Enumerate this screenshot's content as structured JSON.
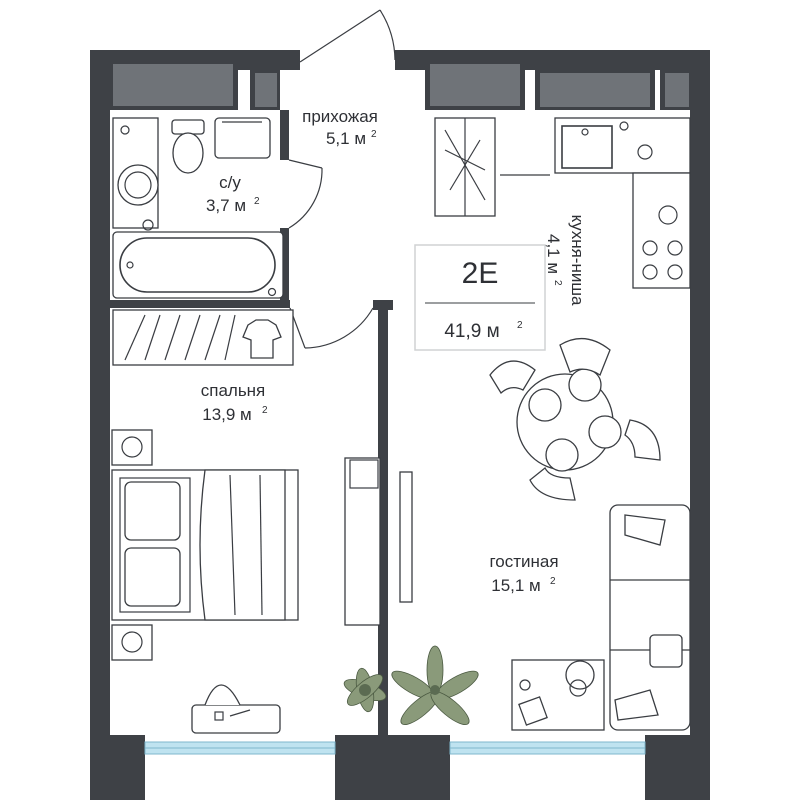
{
  "apartment": {
    "code": "2E",
    "total_area": "41,9 м",
    "area_unit_sup": "2"
  },
  "rooms": {
    "hallway": {
      "name": "прихожая",
      "area": "5,1 м",
      "sup": "2"
    },
    "bathroom": {
      "name": "с/у",
      "area": "3,7 м",
      "sup": "2"
    },
    "kitchen": {
      "name": "кухня-ниша",
      "area": "4,1 м",
      "sup": "2"
    },
    "bedroom": {
      "name": "спальня",
      "area": "13,9 м",
      "sup": "2"
    },
    "living": {
      "name": "гостиная",
      "area": "15,1 м",
      "sup": "2"
    }
  },
  "colors": {
    "wall": "#3e4146",
    "window": "#6f7378",
    "glass": "#bfe3f0",
    "line": "#3a3d42"
  }
}
